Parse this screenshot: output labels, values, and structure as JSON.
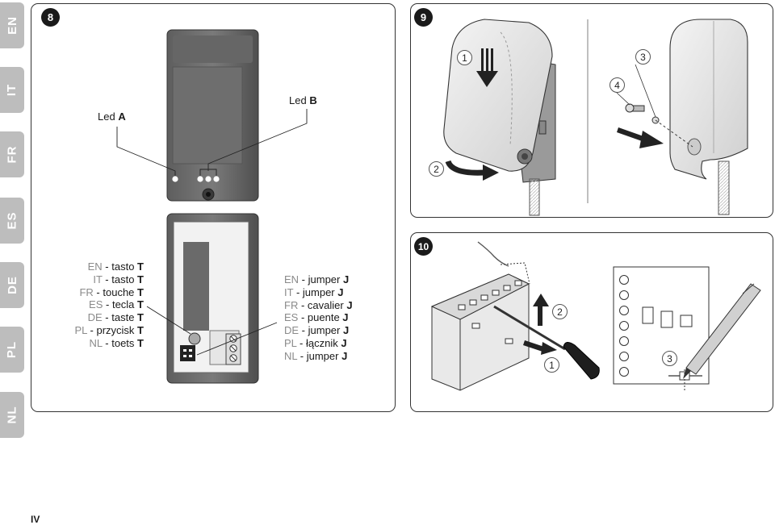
{
  "lang_tabs": [
    "EN",
    "IT",
    "FR",
    "ES",
    "DE",
    "PL",
    "NL"
  ],
  "fig8": {
    "number": "8",
    "led_a": {
      "prefix": "Led ",
      "letter": "A"
    },
    "led_b": {
      "prefix": "Led ",
      "letter": "B"
    },
    "key_list": [
      {
        "lang": "EN",
        "word": "tasto",
        "key": "T"
      },
      {
        "lang": "IT",
        "word": "tasto",
        "key": "T"
      },
      {
        "lang": "FR",
        "word": "touche",
        "key": "T"
      },
      {
        "lang": "ES",
        "word": "tecla",
        "key": "T"
      },
      {
        "lang": "DE",
        "word": "taste",
        "key": "T"
      },
      {
        "lang": "PL",
        "word": "przycisk",
        "key": "T"
      },
      {
        "lang": "NL",
        "word": "toets",
        "key": "T"
      }
    ],
    "jumper_list": [
      {
        "lang": "EN",
        "word": "jumper",
        "key": "J"
      },
      {
        "lang": "IT",
        "word": "jumper",
        "key": "J"
      },
      {
        "lang": "FR",
        "word": "cavalier",
        "key": "J"
      },
      {
        "lang": "ES",
        "word": "puente",
        "key": "J"
      },
      {
        "lang": "DE",
        "word": "jumper",
        "key": "J"
      },
      {
        "lang": "PL",
        "word": "łącznik",
        "key": "J"
      },
      {
        "lang": "NL",
        "word": "jumper",
        "key": "J"
      }
    ]
  },
  "fig9": {
    "number": "9",
    "steps": [
      "1",
      "2",
      "3",
      "4"
    ]
  },
  "fig10": {
    "number": "10",
    "steps": [
      "1",
      "2",
      "3"
    ]
  },
  "page_label": "IV"
}
